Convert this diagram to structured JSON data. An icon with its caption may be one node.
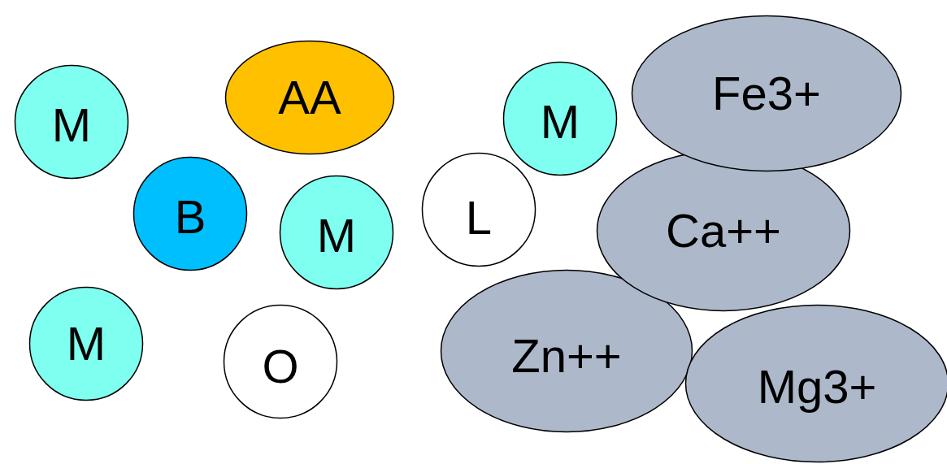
{
  "diagram": {
    "nodes": [
      {
        "text": [
          "M"
        ]
      },
      {
        "text": [
          "AA"
        ]
      },
      {
        "text": [
          "M"
        ]
      },
      {
        "text": [
          "Fe3+"
        ]
      },
      {
        "text": [
          "B"
        ]
      },
      {
        "text": [
          "L"
        ]
      },
      {
        "text": [
          "M"
        ]
      },
      {
        "text": [
          "Ca++"
        ]
      },
      {
        "text": [
          "M"
        ]
      },
      {
        "text": [
          "O"
        ]
      },
      {
        "text": [
          "Zn++"
        ]
      },
      {
        "text": [
          "Mg3+"
        ]
      }
    ],
    "edges": []
  }
}
